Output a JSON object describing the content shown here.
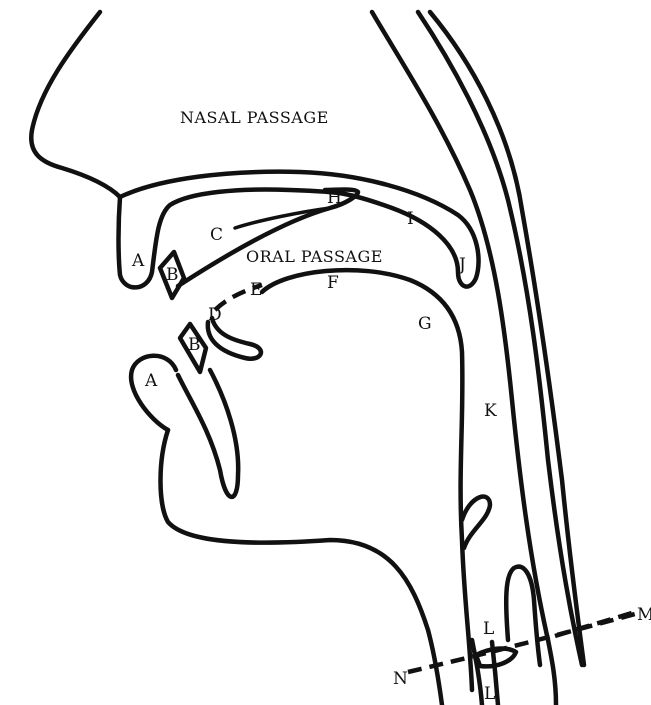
{
  "diagram": {
    "passages": {
      "nasal": "NASAL PASSAGE",
      "oral": "ORAL PASSAGE"
    },
    "labels": {
      "A_upper": "A",
      "A_lower": "A",
      "B_upper": "B",
      "B_lower": "B",
      "C": "C",
      "D": "D",
      "E": "E",
      "F": "F",
      "G": "G",
      "H": "H",
      "I": "I",
      "J": "J",
      "K": "K",
      "L_upper": "L",
      "L_lower": "L",
      "M": "M",
      "N": "N"
    },
    "colors": {
      "line": "#111111",
      "background": "#ffffff"
    }
  }
}
